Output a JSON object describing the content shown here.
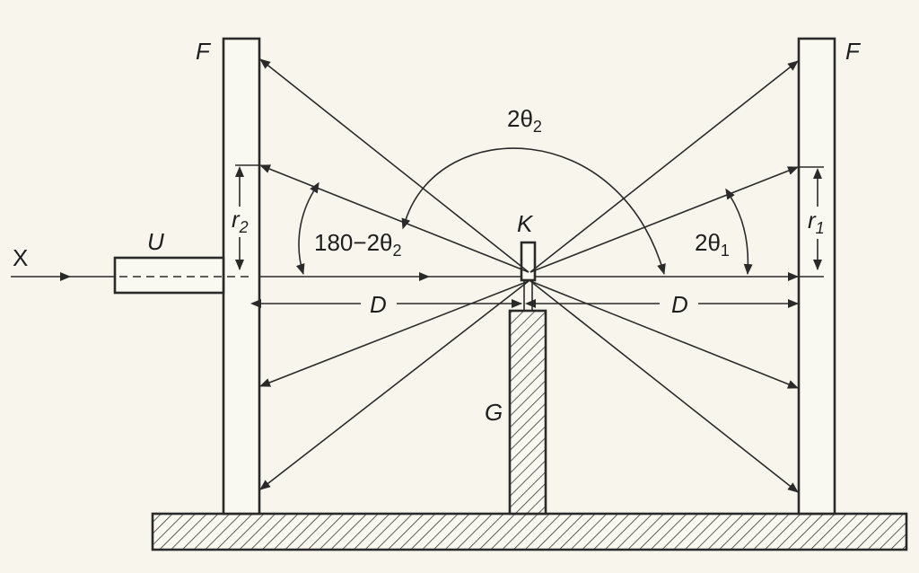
{
  "labels": {
    "film_left": "F",
    "film_right": "F",
    "collimator": "U",
    "beam": "X",
    "specimen": "K",
    "goniometer": "G",
    "dist_left": "D",
    "dist_right": "D",
    "radius_left": "r",
    "radius_left_sub": "2",
    "radius_right": "r",
    "radius_right_sub": "1",
    "angle_top": "2θ",
    "angle_top_sub": "2",
    "angle_left": "180−2θ",
    "angle_left_sub": "2",
    "angle_right": "2θ",
    "angle_right_sub": "1"
  },
  "colors": {
    "ink": "#2a2a2a",
    "paper": "#f7f5ec"
  }
}
